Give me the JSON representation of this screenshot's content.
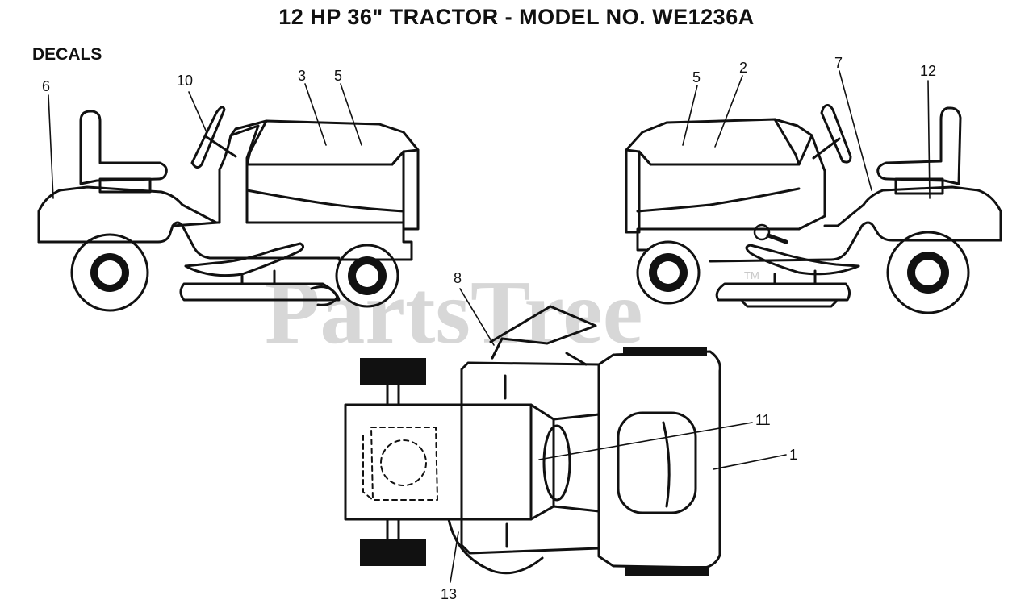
{
  "title": "12 HP 36\" TRACTOR - MODEL NO. WE1236A",
  "section_label": "DECALS",
  "watermark": {
    "text": "PartsTree",
    "trademark": "TM",
    "color": "#d7d7d7"
  },
  "callouts": {
    "c1": "1",
    "c2": "2",
    "c3": "3",
    "c5a": "5",
    "c5b": "5",
    "c6": "6",
    "c7": "7",
    "c8": "8",
    "c10": "10",
    "c11": "11",
    "c12": "12",
    "c13": "13"
  },
  "colors": {
    "ink": "#111111",
    "background": "#ffffff"
  }
}
